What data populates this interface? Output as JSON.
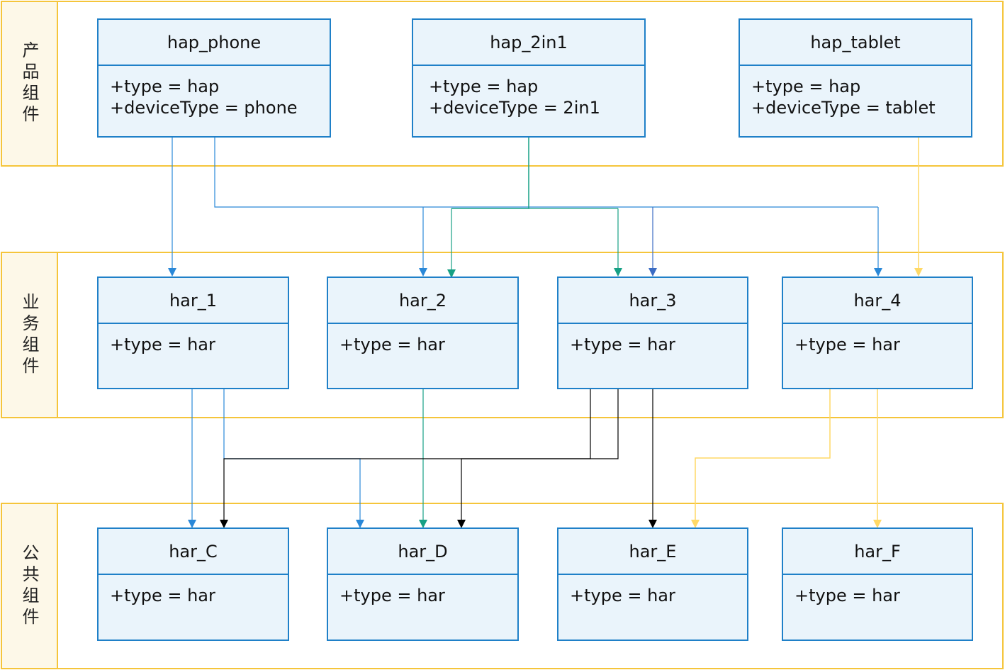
{
  "bands": [
    {
      "id": "product",
      "label": "产品组件"
    },
    {
      "id": "business",
      "label": "业务组件"
    },
    {
      "id": "common",
      "label": "公共组件"
    }
  ],
  "nodes": {
    "hap_phone": {
      "title": "hap_phone",
      "attrs": [
        "+type = hap",
        "+deviceType = phone"
      ]
    },
    "hap_2in1": {
      "title": "hap_2in1",
      "attrs": [
        "+type = hap",
        "+deviceType = 2in1"
      ]
    },
    "hap_tablet": {
      "title": "hap_tablet",
      "attrs": [
        "+type = hap",
        "+deviceType = tablet"
      ]
    },
    "har_1": {
      "title": "har_1",
      "attrs": [
        "+type = har"
      ]
    },
    "har_2": {
      "title": "har_2",
      "attrs": [
        "+type = har"
      ]
    },
    "har_3": {
      "title": "har_3",
      "attrs": [
        "+type = har"
      ]
    },
    "har_4": {
      "title": "har_4",
      "attrs": [
        "+type = har"
      ]
    },
    "har_C": {
      "title": "har_C",
      "attrs": [
        "+type = har"
      ]
    },
    "har_D": {
      "title": "har_D",
      "attrs": [
        "+type = har"
      ]
    },
    "har_E": {
      "title": "har_E",
      "attrs": [
        "+type = har"
      ]
    },
    "har_F": {
      "title": "har_F",
      "attrs": [
        "+type = har"
      ]
    }
  },
  "edge_colors": {
    "phone": "#2a88d8",
    "twoinone": "#16a085",
    "tablet": "#ffd966",
    "har3_blue": "#3b6cc4",
    "black": "#000000"
  },
  "edges": [
    {
      "from": "hap_phone",
      "to": "har_1",
      "color": "phone"
    },
    {
      "from": "hap_phone",
      "to": "har_2",
      "color": "phone"
    },
    {
      "from": "hap_phone",
      "to": "har_3",
      "color": "har3_blue"
    },
    {
      "from": "hap_phone",
      "to": "har_4",
      "color": "phone"
    },
    {
      "from": "hap_2in1",
      "to": "har_2",
      "color": "twoinone"
    },
    {
      "from": "hap_2in1",
      "to": "har_3",
      "color": "twoinone"
    },
    {
      "from": "hap_tablet",
      "to": "har_4",
      "color": "tablet"
    },
    {
      "from": "har_1",
      "to": "har_C",
      "color": "phone"
    },
    {
      "from": "har_1",
      "to": "har_D",
      "color": "phone"
    },
    {
      "from": "har_2",
      "to": "har_D",
      "color": "twoinone"
    },
    {
      "from": "har_3",
      "to": "har_C",
      "color": "black"
    },
    {
      "from": "har_3",
      "to": "har_D",
      "color": "black"
    },
    {
      "from": "har_3",
      "to": "har_E",
      "color": "black"
    },
    {
      "from": "har_4",
      "to": "har_E",
      "color": "tablet"
    },
    {
      "from": "har_4",
      "to": "har_F",
      "color": "tablet"
    }
  ]
}
